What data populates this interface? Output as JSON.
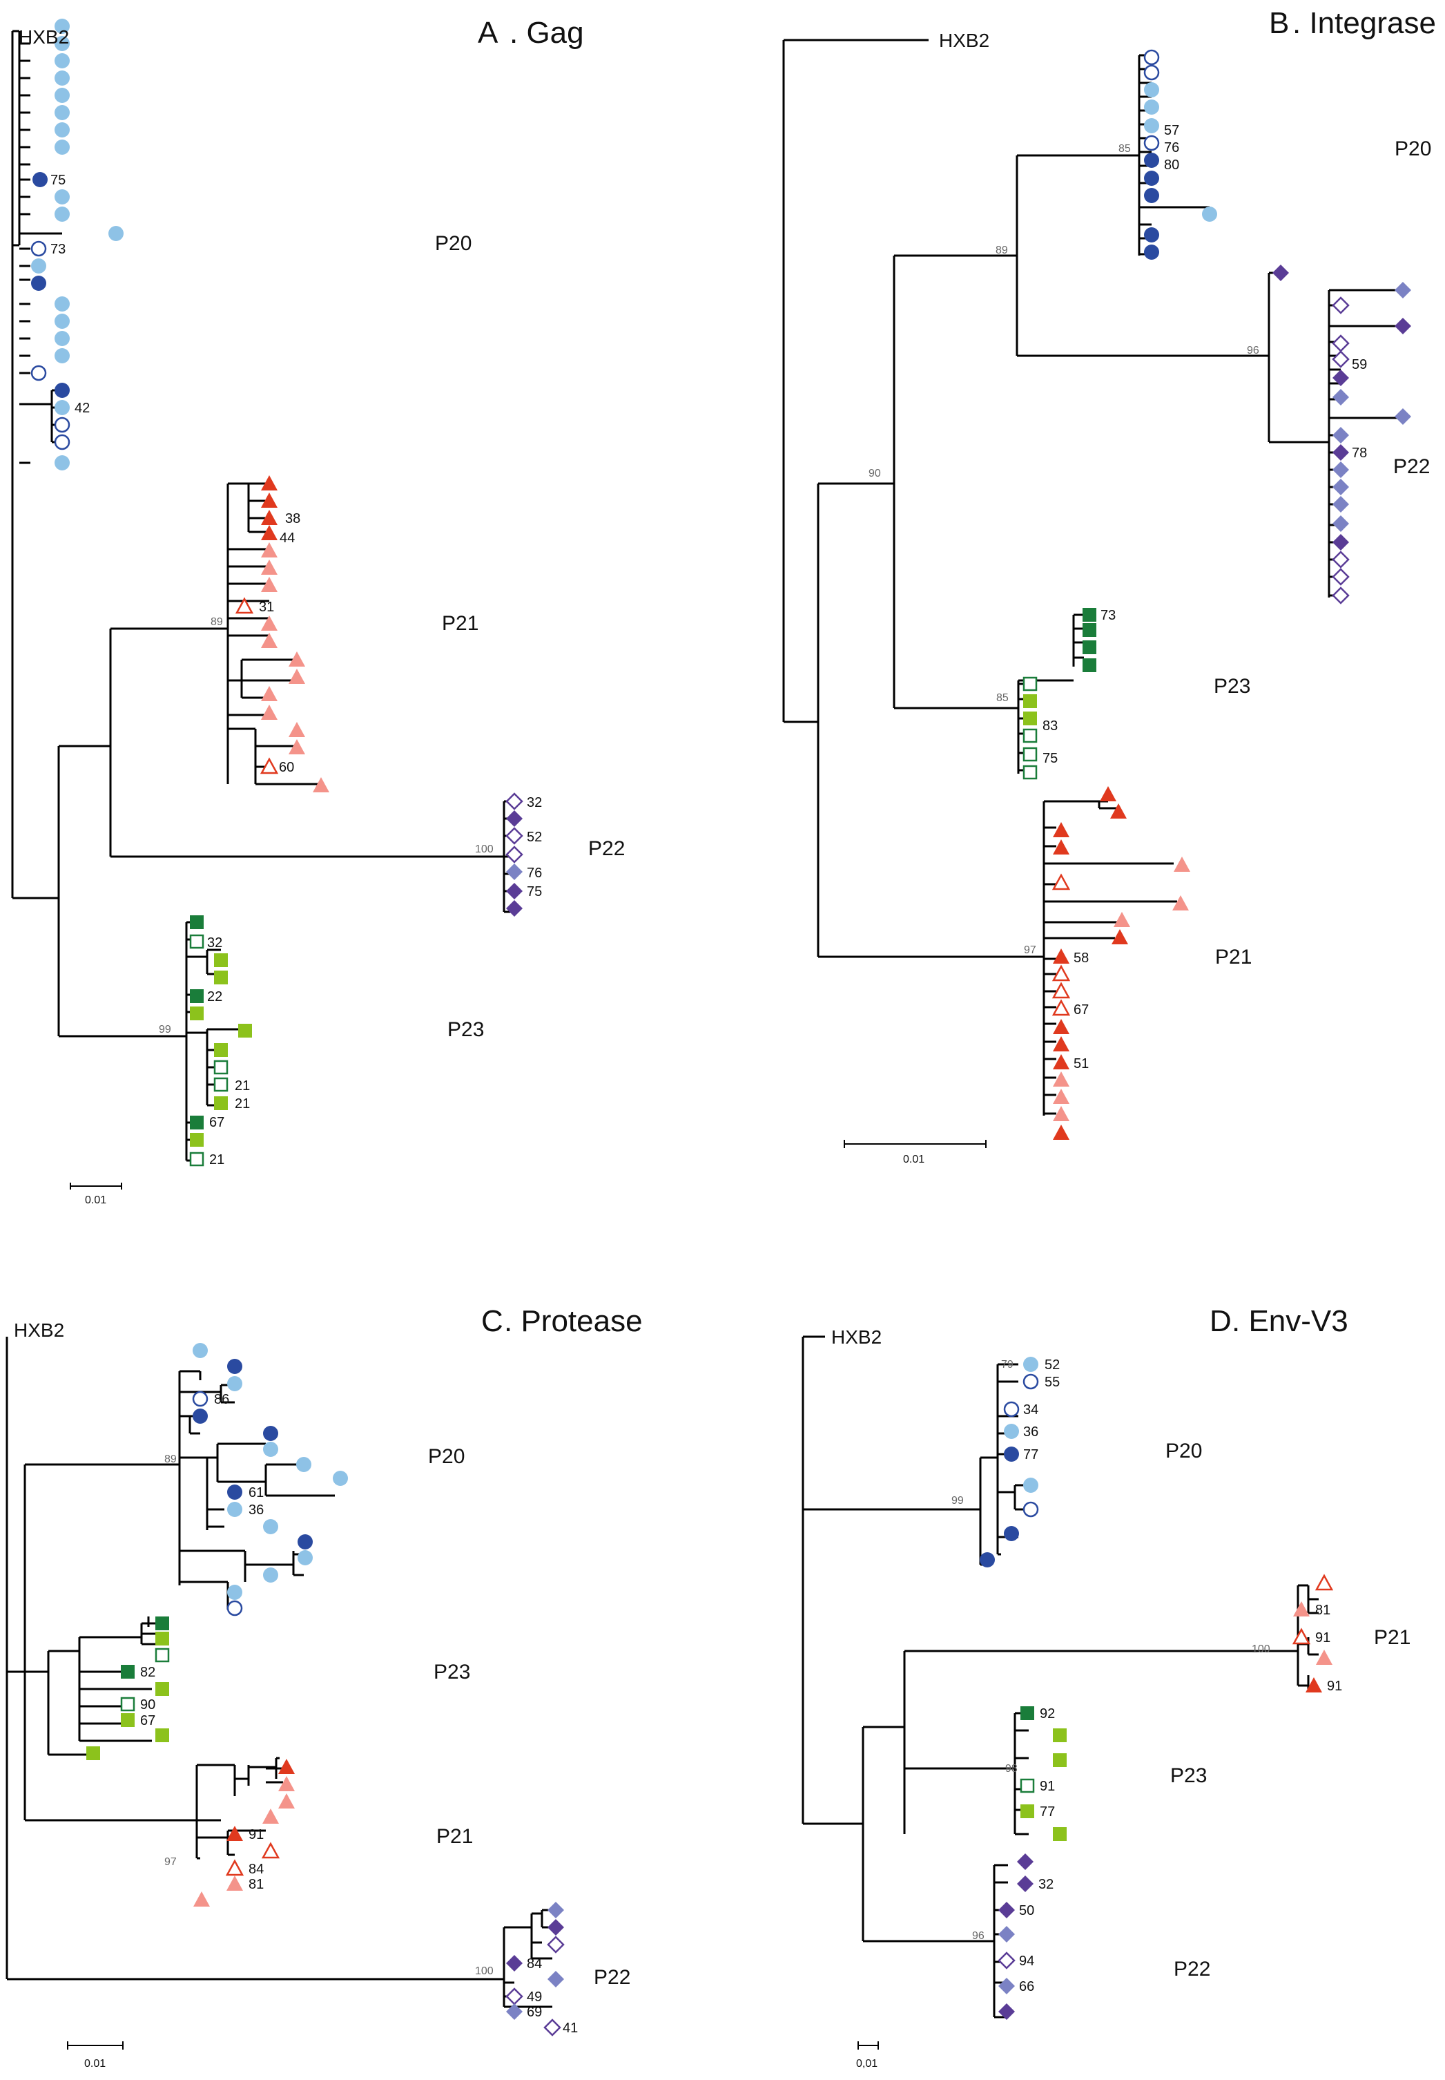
{
  "figure": {
    "title": ""
  },
  "colors": {
    "p20_light": "#8ec2e6",
    "p20_dark": "#2a4aa0",
    "p21_red": "#e0391e",
    "p21_salmon": "#f4938a",
    "p22_purple": "#5a3c96",
    "p22_lavender": "#7b82c4",
    "p23_dark": "#1a7d3a",
    "p23_lime": "#8cc21c",
    "branch": "#000000"
  },
  "shape_legend": {
    "circle": "P20",
    "triangle": "P21",
    "diamond": "P22",
    "square": "P23",
    "open_marker": "hollow symbol",
    "filled_marker": "solid symbol"
  },
  "panels": [
    {
      "id": "gag",
      "letter": "A",
      "gene": "Gag",
      "reference": "HXB2",
      "patients": [
        "P20",
        "P21",
        "P22",
        "P23"
      ],
      "bootstraps": [
        "89",
        "100",
        "99"
      ],
      "tip_labels": [
        "75",
        "73",
        "42",
        "38",
        "44",
        "31",
        "60",
        "32",
        "52",
        "76",
        "75",
        "32",
        "22",
        "21",
        "21",
        "67",
        "21"
      ],
      "scale": "0.01"
    },
    {
      "id": "integrase",
      "letter": "B",
      "gene": "Integrase",
      "reference": "HXB2",
      "patients": [
        "P20",
        "P22",
        "P23",
        "P21"
      ],
      "bootstraps": [
        "85",
        "89",
        "96",
        "90",
        "85",
        "97"
      ],
      "tip_labels": [
        "57",
        "76",
        "80",
        "59",
        "78",
        "73",
        "83",
        "75",
        "58",
        "67",
        "51"
      ],
      "scale": "0.01"
    },
    {
      "id": "protease",
      "letter": "C",
      "gene": "Protease",
      "reference": "HXB2",
      "patients": [
        "P20",
        "P23",
        "P21",
        "P22"
      ],
      "bootstraps": [
        "89",
        "97",
        "100"
      ],
      "tip_labels": [
        "86",
        "61",
        "36",
        "82",
        "90",
        "67",
        "91",
        "84",
        "81",
        "84",
        "49",
        "69",
        "41"
      ],
      "scale": "0.01"
    },
    {
      "id": "envv3",
      "letter": "D",
      "gene": "Env-V3",
      "reference": "HXB2",
      "patients": [
        "P20",
        "P21",
        "P23",
        "P22"
      ],
      "bootstraps": [
        "79",
        "99",
        "100",
        "98",
        "96"
      ],
      "tip_labels": [
        "52",
        "55",
        "34",
        "36",
        "77",
        "81",
        "91",
        "91",
        "92",
        "91",
        "77",
        "32",
        "50",
        "94",
        "66"
      ],
      "scale": "0,01"
    }
  ]
}
